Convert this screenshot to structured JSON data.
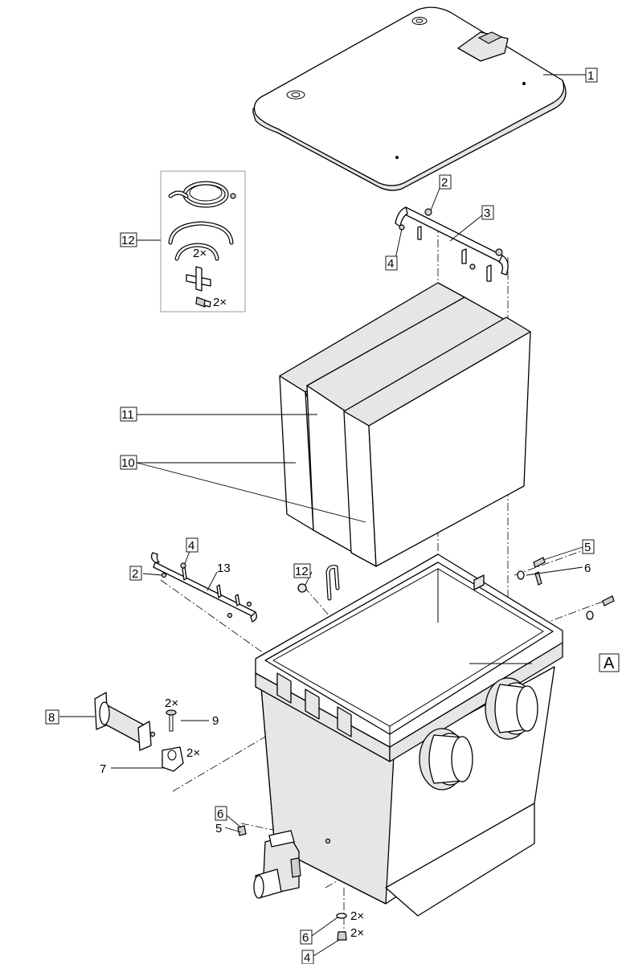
{
  "labels": {
    "l1": "1",
    "l2_top": "2",
    "l3": "3",
    "l4_top": "4",
    "l12_top": "12",
    "l12_qty_a": "2×",
    "l12_qty_b": "2×",
    "l11": "11",
    "l10": "10",
    "l4_mid": "4",
    "l2_mid": "2",
    "l13": "13",
    "l12_mid": "12",
    "l5_right": "5",
    "l6_right": "6",
    "lA": "A",
    "l8": "8",
    "l9_qty": "2×",
    "l9": "9",
    "l7_qty": "2×",
    "l7": "7",
    "l6_left": "6",
    "l5_left": "5",
    "l6_bottom": "6",
    "l6_bottom_qty": "2×",
    "l4_bottom": "4",
    "l4_bottom_qty": "2×"
  }
}
